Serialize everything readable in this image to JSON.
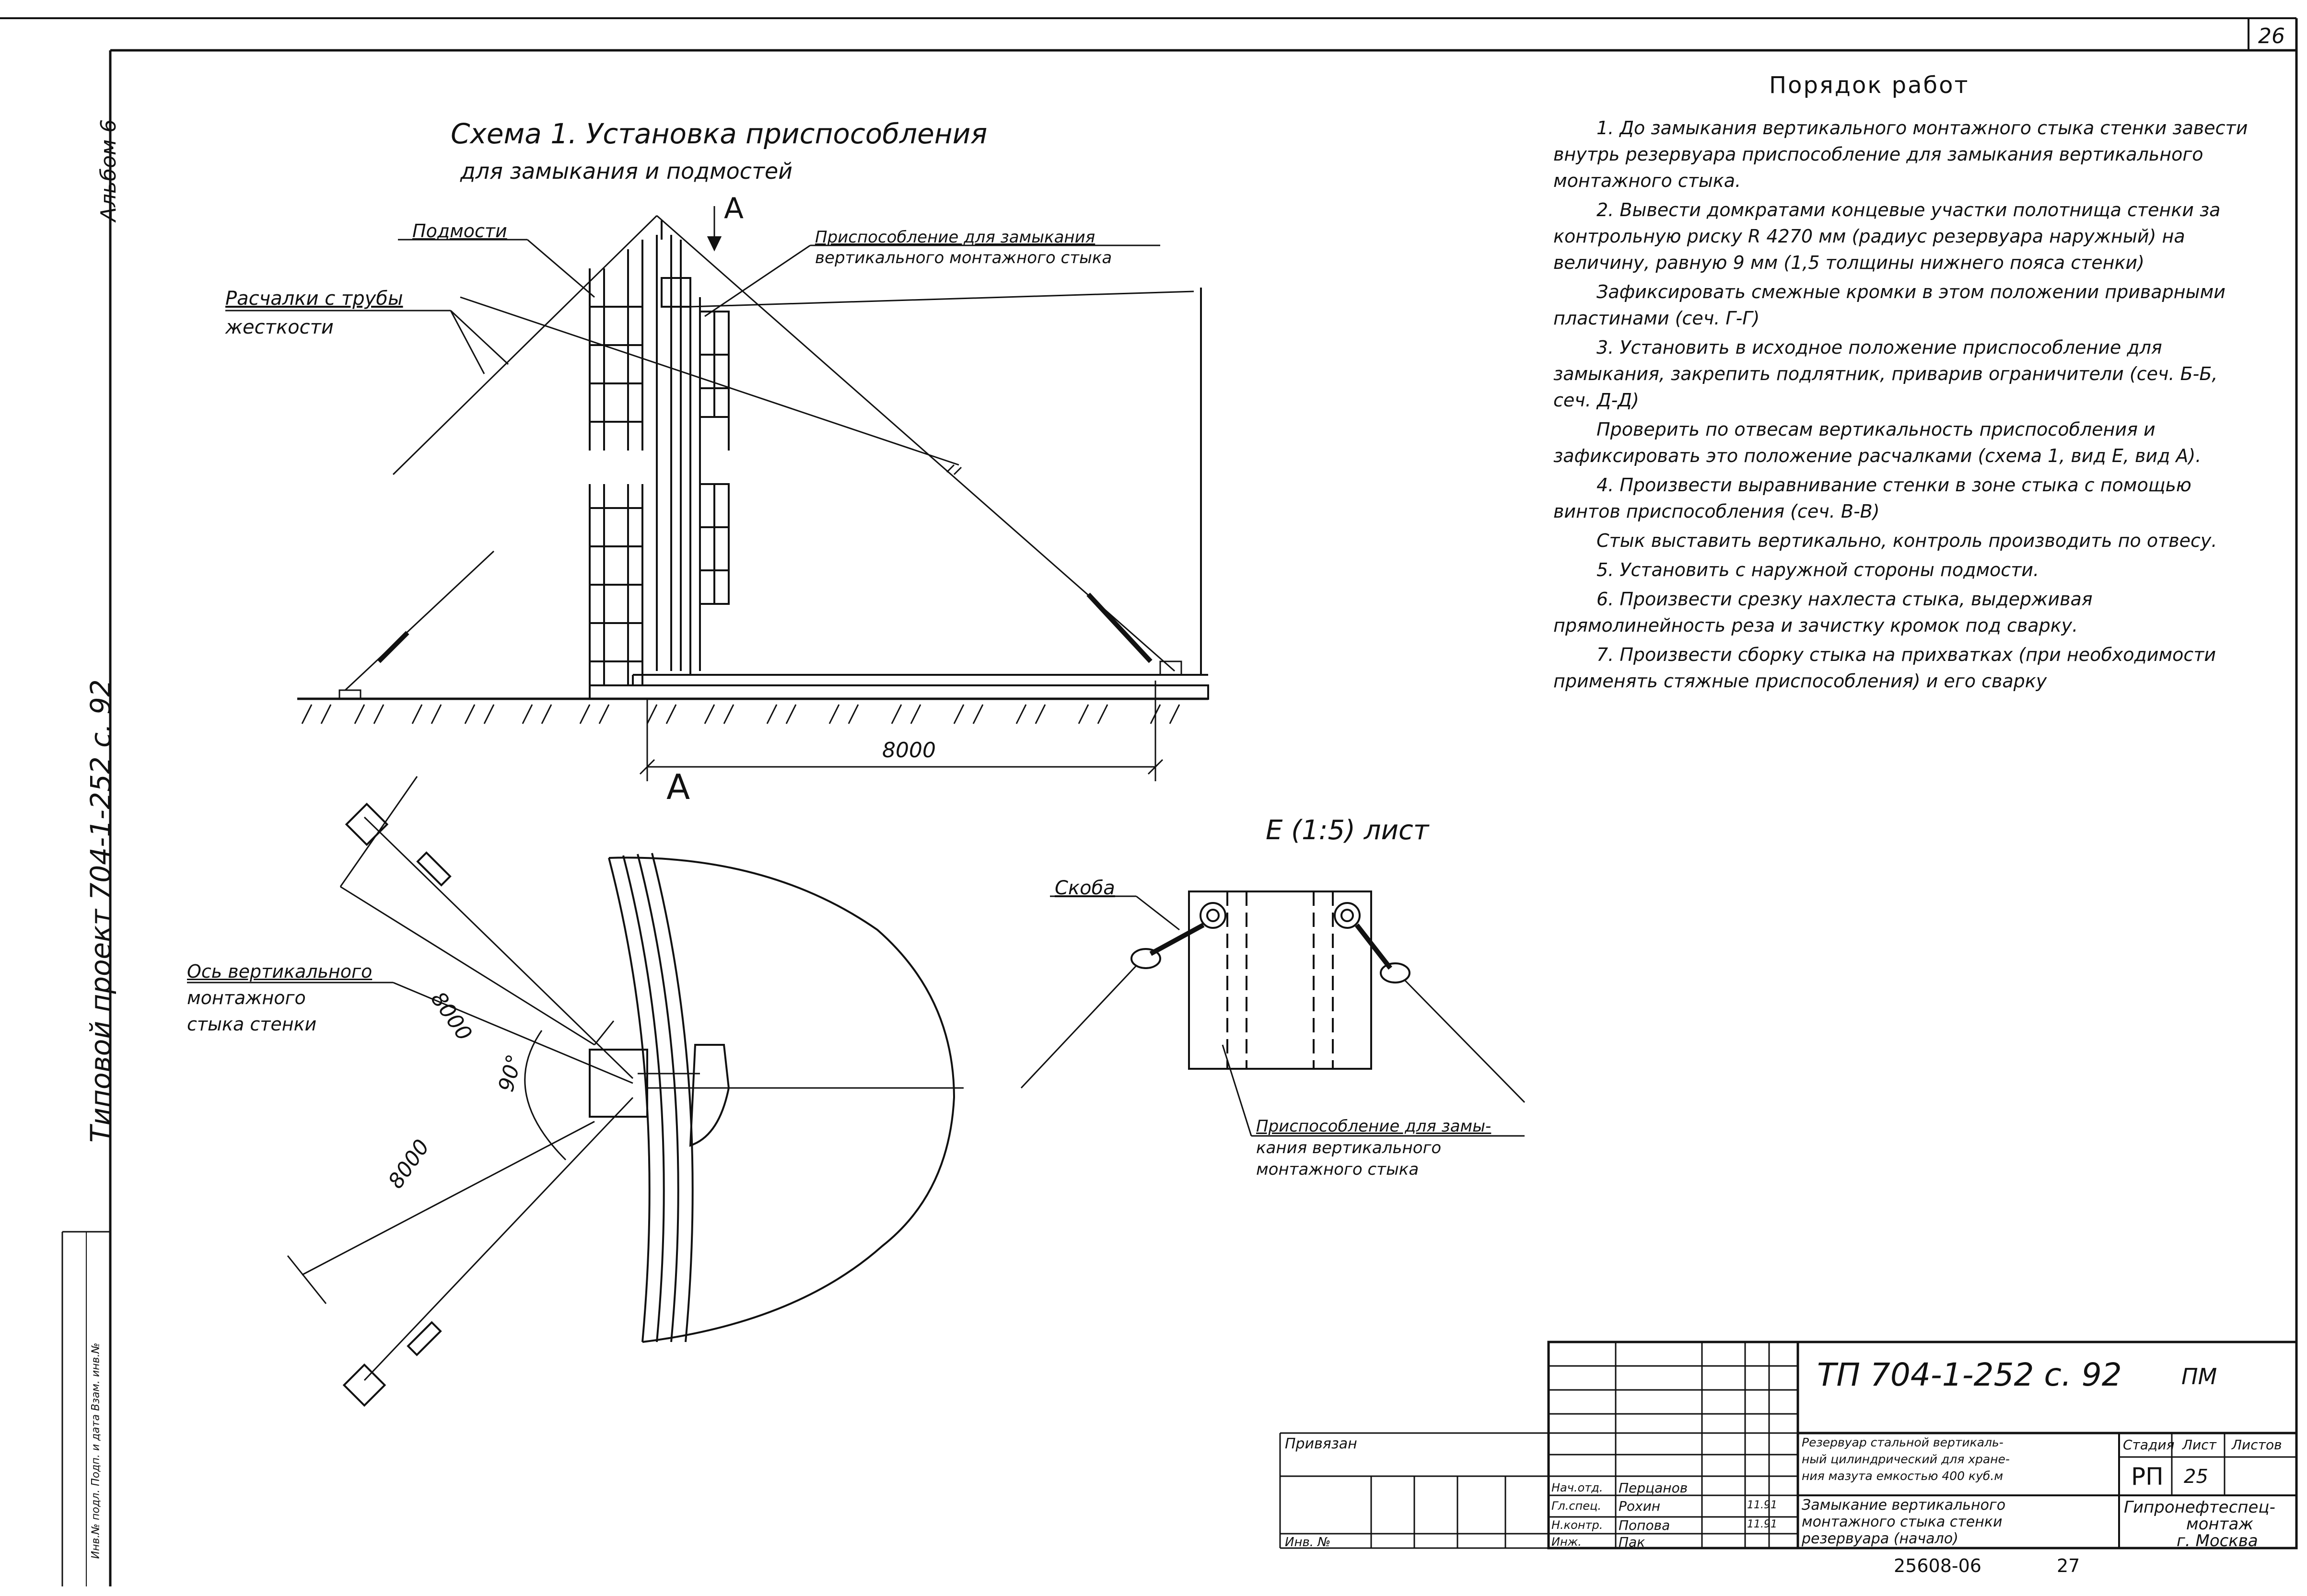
{
  "sheet": {
    "page_number": "26",
    "album": "Альбом 6",
    "project": "Типовой проект  704-1-252 с. 92",
    "side_label": "Инв.№ подл.  Подп. и дата  Взам. инв.№"
  },
  "scheme1": {
    "title_line1": "Схема 1.  Установка приспособления",
    "title_line2": "для замыкания и подмостей",
    "view_mark": "А",
    "label_podmosti": "Подмости",
    "label_raschalki_1": "Расчалки с трубы",
    "label_raschalki_2": "жесткости",
    "label_device_1": "Приспособление для замыкания",
    "label_device_2": "вертикального монтажного стыка",
    "dim_8000": "8000"
  },
  "view_a": {
    "title": "А",
    "label_axis_1": "Ось вертикального",
    "label_axis_2": "монтажного",
    "label_axis_3": "стыка стенки",
    "dim_a": "8000",
    "dim_b": "8000",
    "angle": "90°"
  },
  "detail_e": {
    "title": "Е (1:5) лист",
    "label_skoba": "Скоба",
    "label_device_1": "Приспособление для замы-",
    "label_device_2": "кания вертикального",
    "label_device_3": "монтажного стыка"
  },
  "notes": {
    "title": "Порядок работ",
    "items": [
      "1. До замыкания вертикального монтажного стыка стенки завести внутрь резервуара приспособление для замыкания вертикального монтажного стыка.",
      "2. Вывести домкратами концевые участки полотнища стенки за контрольную риску R 4270 мм (радиус резервуара наружный) на величину, равную 9 мм (1,5 толщины нижнего пояса стенки)",
      "Зафиксировать смежные кромки в этом положении приварными пластинами (сеч. Г-Г)",
      "3. Установить в исходное положение приспособление для замыкания, закрепить подлятник, приварив ограничители (сеч. Б-Б, сеч. Д-Д)",
      "Проверить по отвесам вертикальность приспособления и зафиксировать это положение расчалками (схема 1, вид Е, вид А).",
      "4. Произвести выравнивание стенки в зоне стыка с помощью винтов приспособления (сеч. В-В)",
      "Стык выставить вертикально, контроль производить по отвесу.",
      "5. Установить с наружной стороны подмости.",
      "6. Произвести срезку нахлеста стыка, выдерживая прямолинейность реза и зачистку кромок под сварку.",
      "7. Произвести сборку стыка на прихватках (при необходимости применять стяжные приспособления) и его сварку"
    ]
  },
  "title_block": {
    "code": "ТП  704-1-252 с. 92",
    "code_suffix": "ПМ",
    "privyazan": "Привязан",
    "inv": "Инв. №",
    "object_desc_1": "Резервуар стальной вертикаль-",
    "object_desc_2": "ный цилиндрический для хране-",
    "object_desc_3": "ния мазута емкостью 400 куб.м",
    "sheet_desc_1": "Замыкание вертикального",
    "sheet_desc_2": "монтажного стыка стенки",
    "sheet_desc_3": "резервуара  (начало)",
    "stage_hdr": "Стадия",
    "sheet_hdr": "Лист",
    "sheets_hdr": "Листов",
    "stage": "РП",
    "sheet_no": "25",
    "org_1": "Гипронефтеспец-",
    "org_2": "монтаж",
    "org_3": "г. Москва",
    "roles": [
      {
        "role": "Нач.отд.",
        "name": "Перцанов",
        "date": ""
      },
      {
        "role": "Гл.спец.",
        "name": "Рохин",
        "date": "11.91"
      },
      {
        "role": "Н.контр.",
        "name": "Попова",
        "date": "11.91"
      },
      {
        "role": "Инж.",
        "name": "Пак",
        "date": ""
      }
    ],
    "bottom_number": "25608-06",
    "bottom_page": "27"
  }
}
